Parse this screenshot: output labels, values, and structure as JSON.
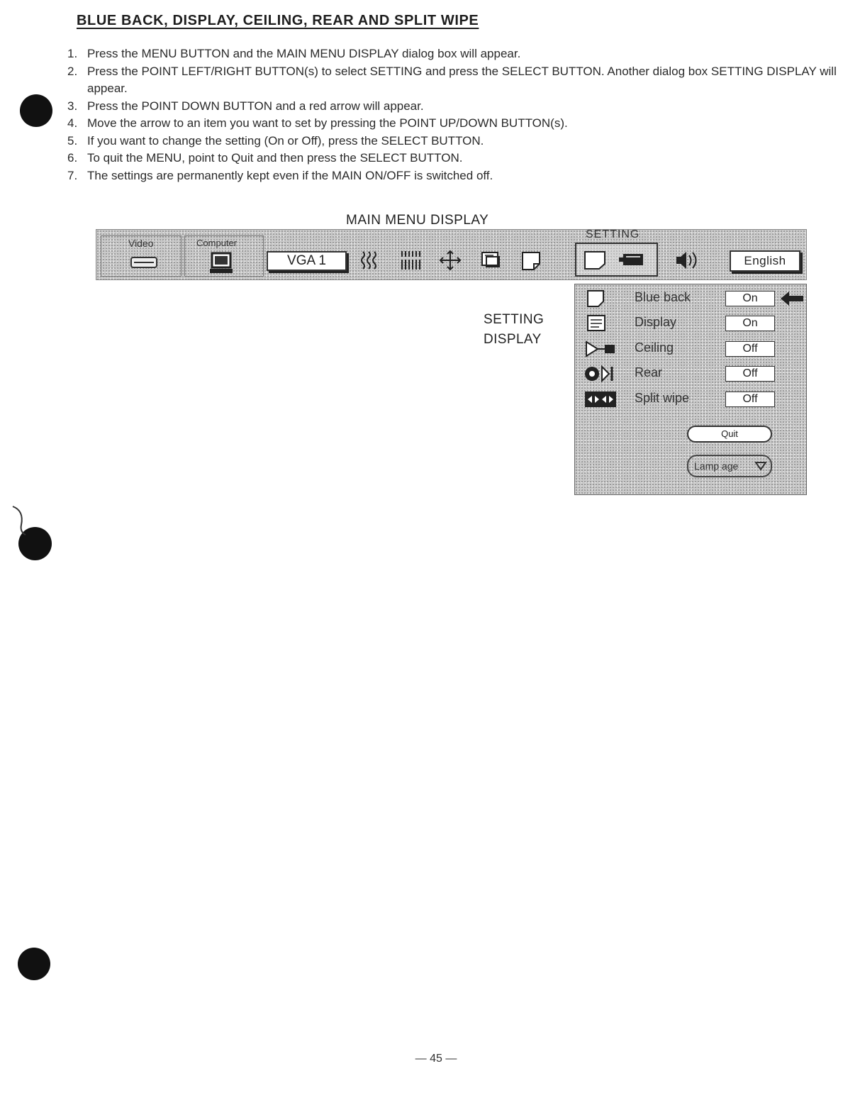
{
  "heading": "BLUE BACK, DISPLAY, CEILING, REAR AND SPLIT WIPE",
  "steps": [
    {
      "num": "1.",
      "text": "Press the MENU BUTTON and the MAIN MENU DISPLAY dialog box will appear."
    },
    {
      "num": "2.",
      "text": "Press the POINT LEFT/RIGHT BUTTON(s) to select SETTING and press the SELECT BUTTON. Another dialog box SETTING DISPLAY will appear."
    },
    {
      "num": "3.",
      "text": "Press the POINT DOWN BUTTON and a red arrow will appear."
    },
    {
      "num": "4.",
      "text": "Move the arrow to an item you want to set by pressing the POINT UP/DOWN BUTTON(s)."
    },
    {
      "num": "5.",
      "text": "If you want to change the setting (On or Off), press the SELECT BUTTON."
    },
    {
      "num": "6.",
      "text": "To quit the MENU, point to Quit and then press the SELECT BUTTON."
    },
    {
      "num": "7.",
      "text": "The settings are permanently kept even if the MAIN ON/OFF is switched off."
    }
  ],
  "main_menu": {
    "caption": "MAIN MENU DISPLAY",
    "tab_video": "Video",
    "tab_computer": "Computer",
    "source_value": "VGA 1",
    "setting_label": "SETTING",
    "language_value": "English",
    "icons": [
      "image-adjust-icon",
      "pc-adjust-icon",
      "position-icon",
      "screen-icon",
      "picture-icon",
      "blue-back-icon",
      "projector-icon",
      "sound-icon"
    ]
  },
  "setting_display": {
    "caption_line1": "SETTING",
    "caption_line2": "DISPLAY",
    "rows": [
      {
        "label": "Blue back",
        "value": "On"
      },
      {
        "label": "Display",
        "value": "On"
      },
      {
        "label": "Ceiling",
        "value": "Off"
      },
      {
        "label": "Rear",
        "value": "Off"
      },
      {
        "label": "Split wipe",
        "value": "Off"
      }
    ],
    "quit_label": "Quit",
    "lamp_label": "Lamp age"
  },
  "page_number": "— 45 —"
}
